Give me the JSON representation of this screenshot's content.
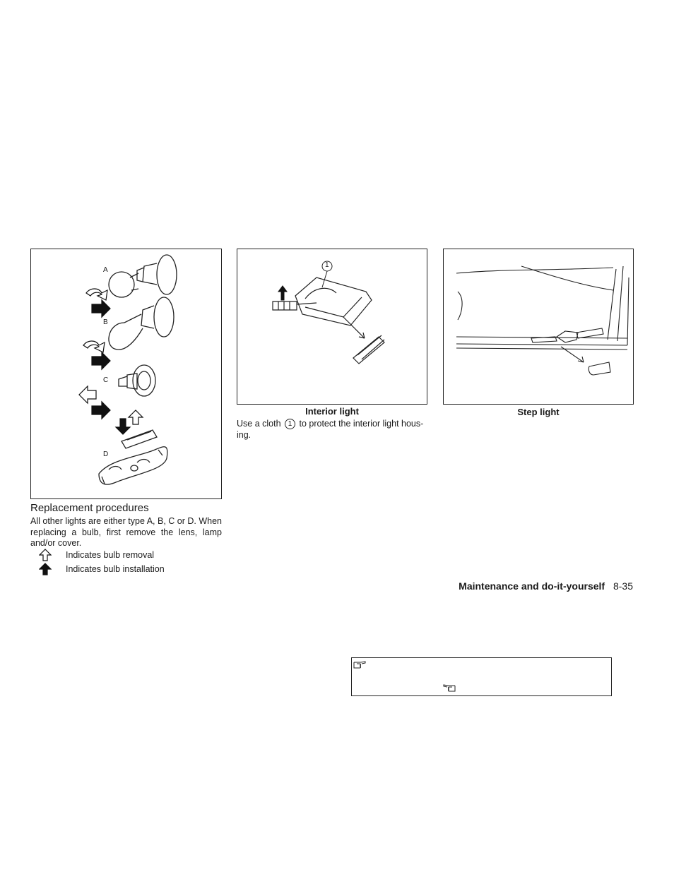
{
  "figures": {
    "bulb_types": {
      "labels": [
        "A",
        "B",
        "C",
        "D"
      ]
    },
    "interior": {
      "caption": "Interior light",
      "callout": "1"
    },
    "step": {
      "caption": "Step light"
    }
  },
  "interior_text": {
    "before": "Use a cloth",
    "callout": "1",
    "after": "to protect the interior light hous-",
    "line2": "ing."
  },
  "replacement": {
    "heading": "Replacement procedures",
    "line1": "All other lights are either type A, B, C or D. When",
    "line2": "replacing a bulb, first remove the lens, lamp",
    "line3": "and/or cover.",
    "legend": [
      {
        "icon": "outline-up-arrow-icon",
        "text": "Indicates bulb removal"
      },
      {
        "icon": "filled-up-arrow-icon",
        "text": "Indicates bulb installation"
      }
    ]
  },
  "footer": {
    "section": "Maintenance and do-it-yourself",
    "page": "8-35"
  }
}
